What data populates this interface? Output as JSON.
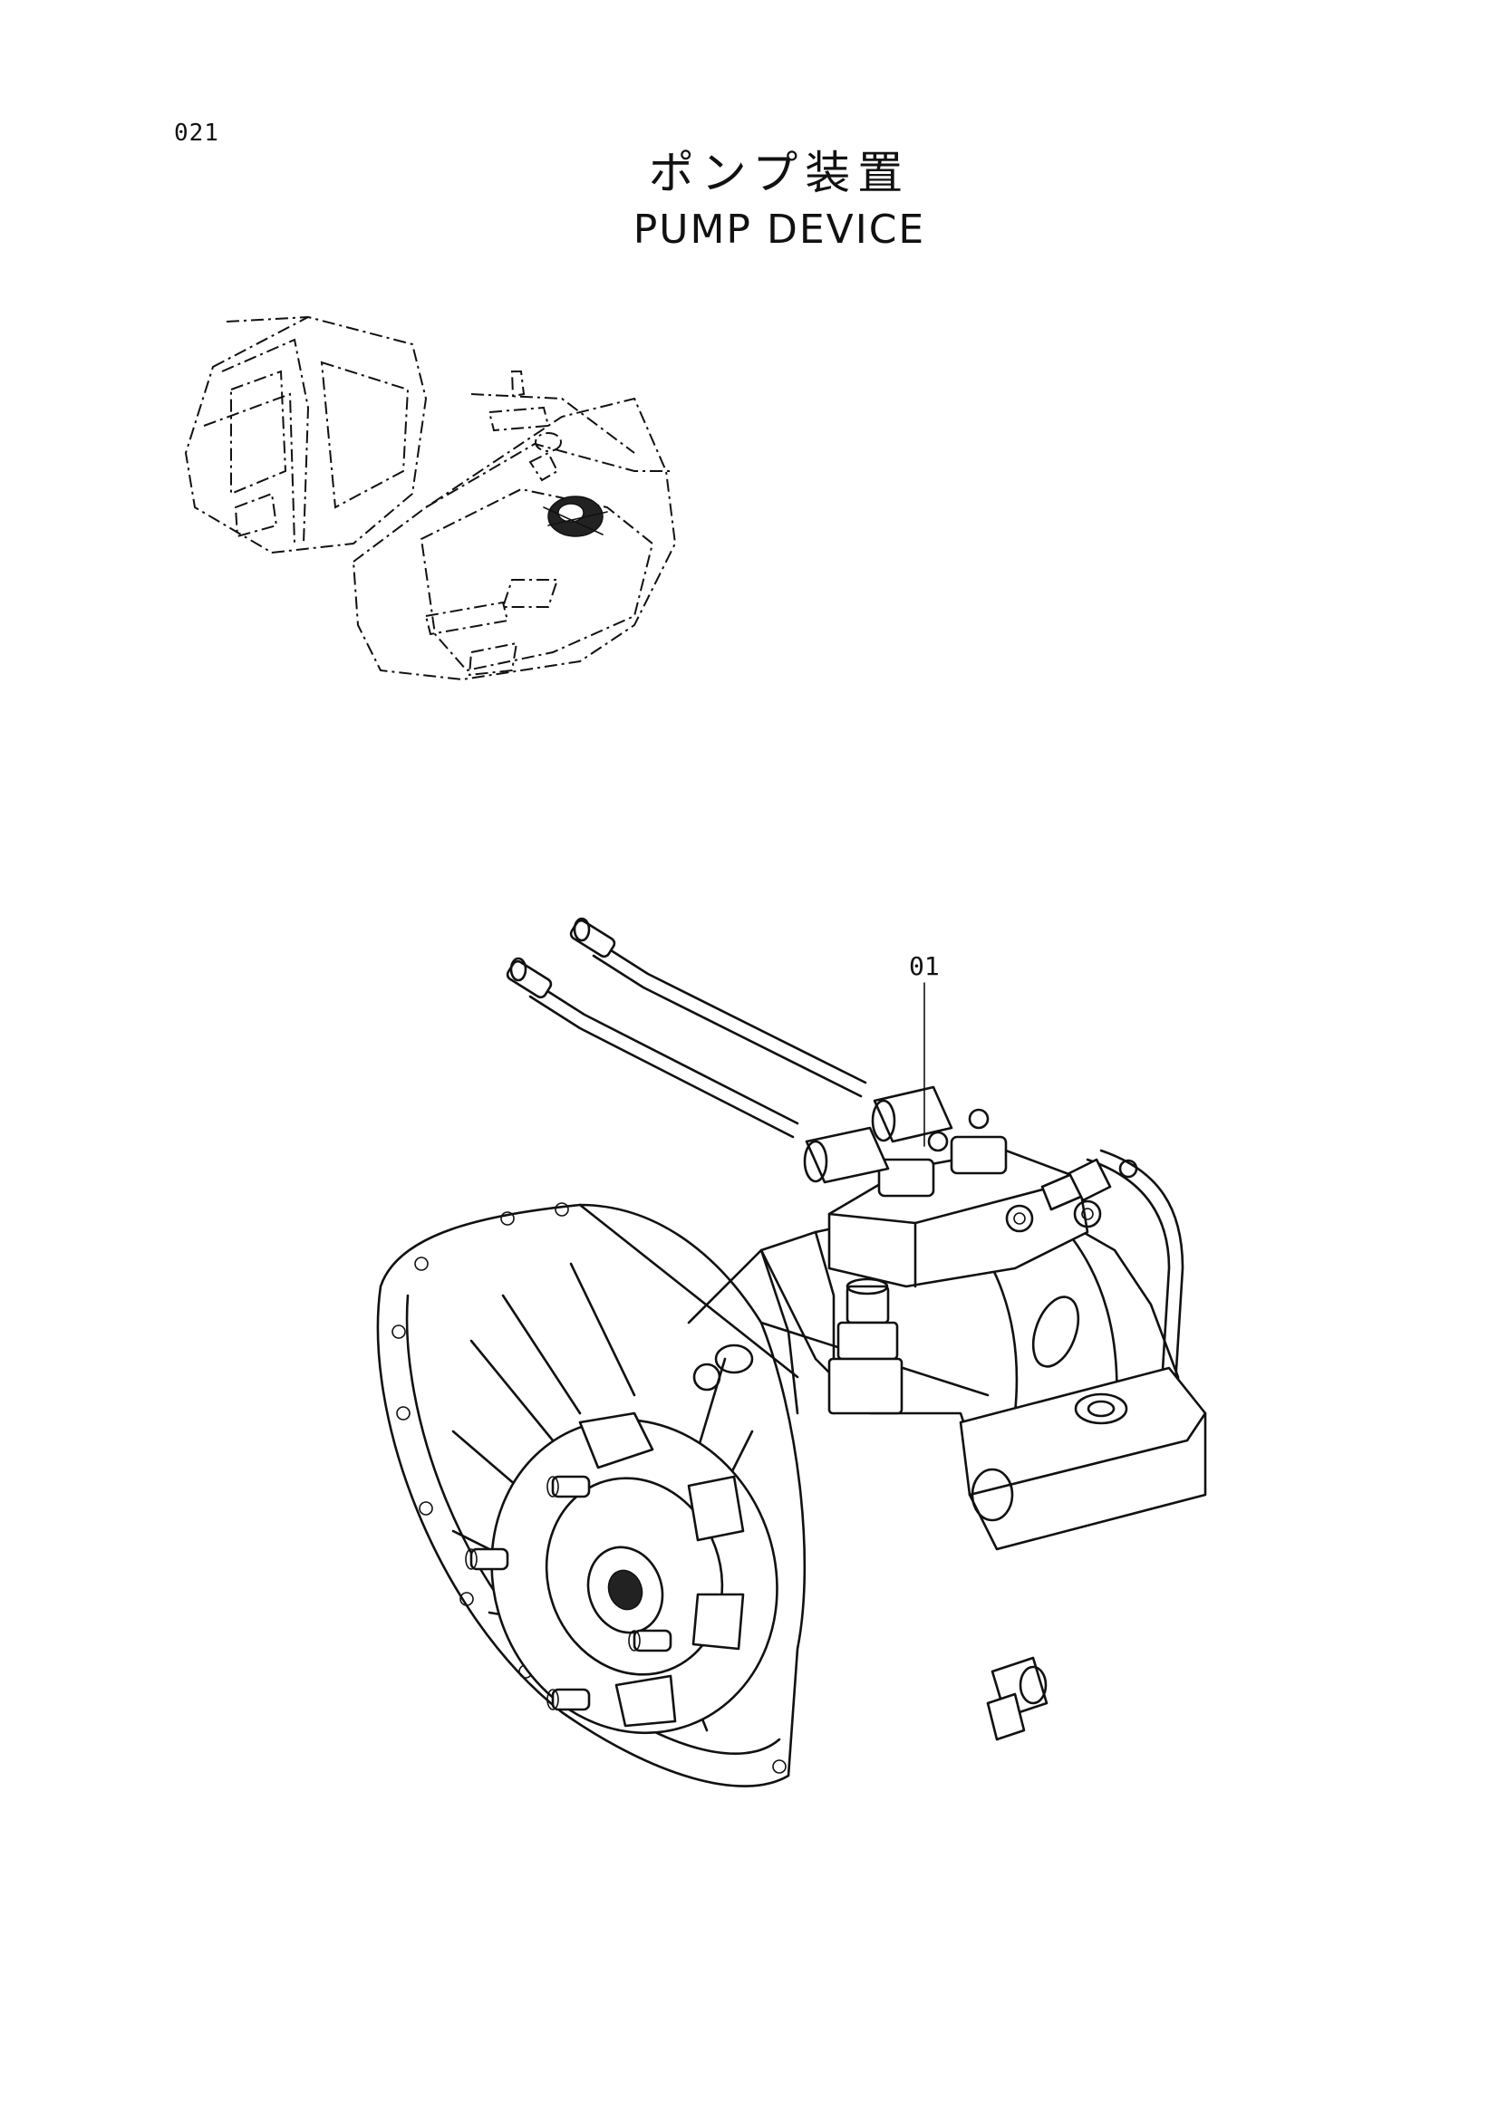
{
  "page": {
    "number": "021",
    "title_jp": "ポンプ装置",
    "title_en": "PUMP DEVICE"
  },
  "callouts": [
    {
      "label": "01"
    }
  ]
}
